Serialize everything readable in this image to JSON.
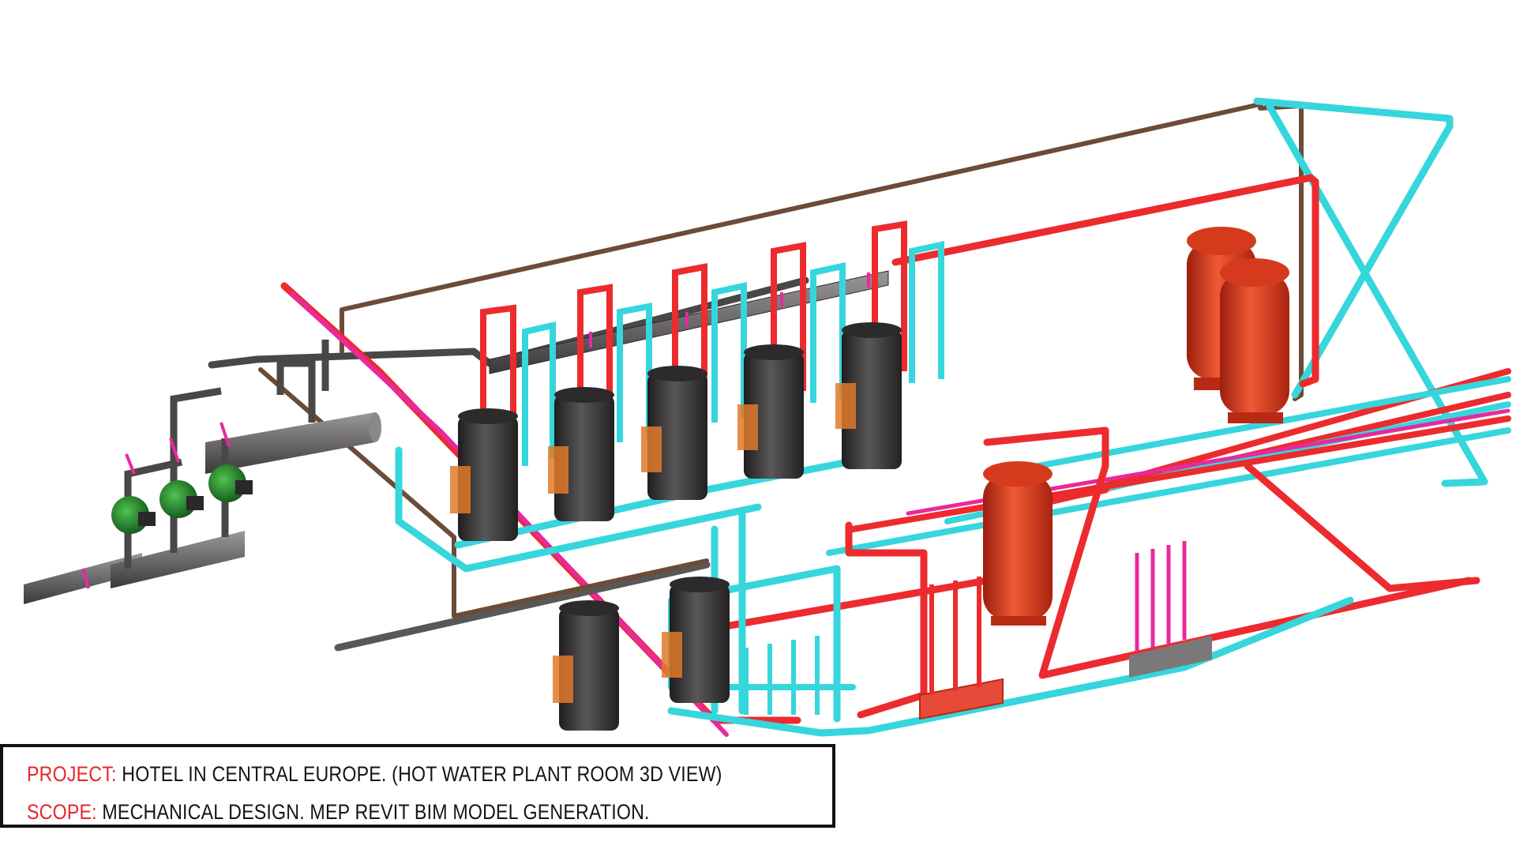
{
  "colors": {
    "hot_supply": "#ec2b2e",
    "cold_return": "#36d6dc",
    "dhw_magenta": "#e8299e",
    "header_grey": "#3f3c3d",
    "brown_line": "#7a5a44",
    "vessel_red": "#d8331c",
    "pump_green": "#1f8a2f",
    "caption_key": "#e8262a",
    "caption_text": "#141414"
  },
  "caption": {
    "project_key": "PROJECT:",
    "project_value": "HOTEL IN CENTRAL EUROPE. (HOT WATER PLANT ROOM 3D VIEW)",
    "scope_key": "SCOPE:",
    "scope_value": "MECHANICAL DESIGN. MEP REVIT BIM MODEL GENERATION."
  },
  "diagram": {
    "boiler_count": 7,
    "pump_count": 3,
    "expansion_vessel_count": 3,
    "icons": [
      "boiler-unit",
      "circulation-pump",
      "expansion-vessel",
      "pipe-header",
      "manifold"
    ]
  }
}
